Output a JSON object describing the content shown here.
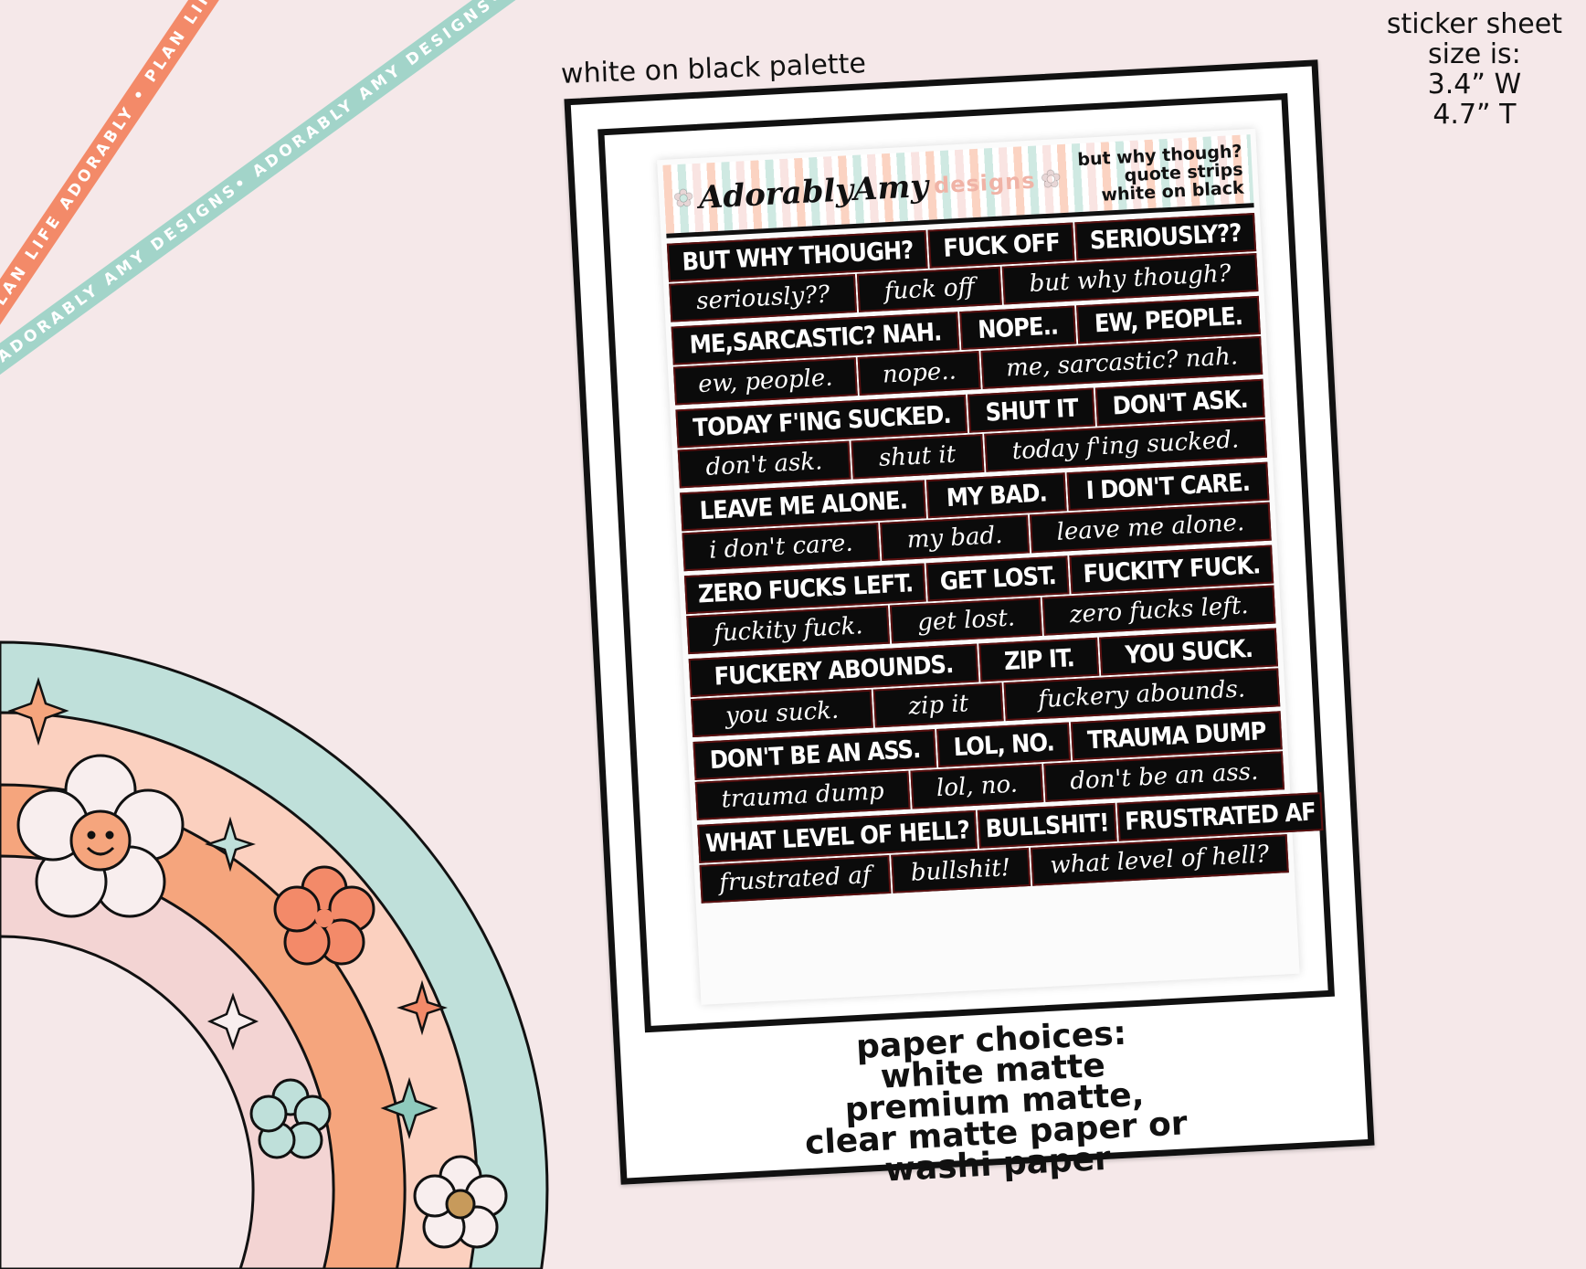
{
  "ribbons": {
    "orange": "PLAN LIFE ADORABLY • PLAN LIFE ADORABLY • PLAN LIFE ADORABLY •",
    "teal": "ADORABLY AMY DESIGNS• ADORABLY AMY DESIGNS• ADORABLY AMY DESIGNS•"
  },
  "palette_label": "white on black palette",
  "size_info": [
    "sticker sheet",
    "size is:",
    "3.4” W",
    "4.7” T"
  ],
  "sheet": {
    "brand_script": "AdorablyAmy",
    "brand_designs": "designs",
    "title": [
      "but why though?",
      "quote strips",
      "white on black"
    ],
    "rows": [
      {
        "caps": [
          "BUT WHY THOUGH?",
          "FUCK OFF",
          "SERIOUSLY??"
        ],
        "script": [
          "seriously??",
          "fuck off",
          "but why though?"
        ]
      },
      {
        "caps": [
          "ME,SARCASTIC? NAH.",
          "NOPE..",
          "EW, PEOPLE."
        ],
        "script": [
          "ew, people.",
          "nope..",
          "me, sarcastic? nah."
        ]
      },
      {
        "caps": [
          "TODAY F'ING SUCKED.",
          "SHUT IT",
          "DON'T ASK."
        ],
        "script": [
          "don't ask.",
          "shut it",
          "today f'ing sucked."
        ]
      },
      {
        "caps": [
          "LEAVE ME ALONE.",
          "MY BAD.",
          "I DON'T CARE."
        ],
        "script": [
          "i don't care.",
          "my bad.",
          "leave me alone."
        ]
      },
      {
        "caps": [
          "ZERO FUCKS LEFT.",
          "GET LOST.",
          "FUCKITY FUCK."
        ],
        "script": [
          "fuckity fuck.",
          "get lost.",
          "zero fucks left."
        ]
      },
      {
        "caps": [
          "FUCKERY ABOUNDS.",
          "ZIP IT.",
          "YOU SUCK."
        ],
        "script": [
          "you suck.",
          "zip it",
          "fuckery abounds."
        ]
      },
      {
        "caps": [
          "DON'T BE AN ASS.",
          "LOL, NO.",
          "TRAUMA DUMP"
        ],
        "script": [
          "trauma dump",
          "lol, no.",
          "don't be an ass."
        ]
      },
      {
        "caps": [
          "WHAT LEVEL OF HELL?",
          "BULLSHIT!",
          "FRUSTRATED AF"
        ],
        "script": [
          "frustrated af",
          "bullshit!",
          "what level of hell?"
        ]
      }
    ]
  },
  "paper_choices": [
    "paper choices:",
    "white matte",
    "premium matte,",
    "clear matte paper or",
    "washi paper"
  ],
  "colors": {
    "background": "#f5e8e9",
    "orange": "#f38a69",
    "teal": "#a2d4c9",
    "peach": "#f9c4ad",
    "pink": "#f2d3d3"
  }
}
